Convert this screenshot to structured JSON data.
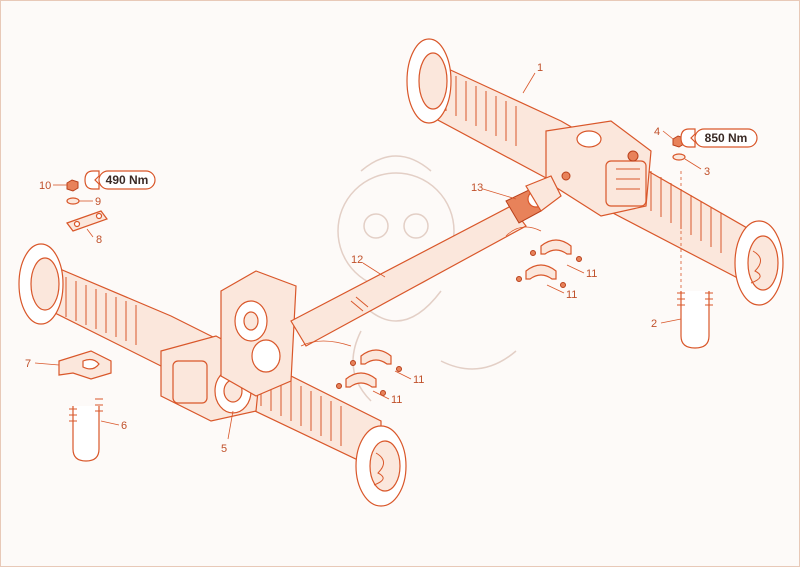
{
  "diagram": {
    "torque_labels": {
      "rear": "850 Nm",
      "front": "490 Nm"
    },
    "part_numbers": {
      "p1": "1",
      "p2": "2",
      "p3": "3",
      "p4": "4",
      "p5": "5",
      "p6": "6",
      "p7": "7",
      "p8": "8",
      "p9": "9",
      "p10": "10",
      "p11a": "11",
      "p11b": "11",
      "p11c": "11",
      "p11d": "11",
      "p12": "12",
      "p13": "13"
    },
    "colors": {
      "line": "#d9572a",
      "fill": "#fbe7dc",
      "text": "#c0502a"
    }
  }
}
